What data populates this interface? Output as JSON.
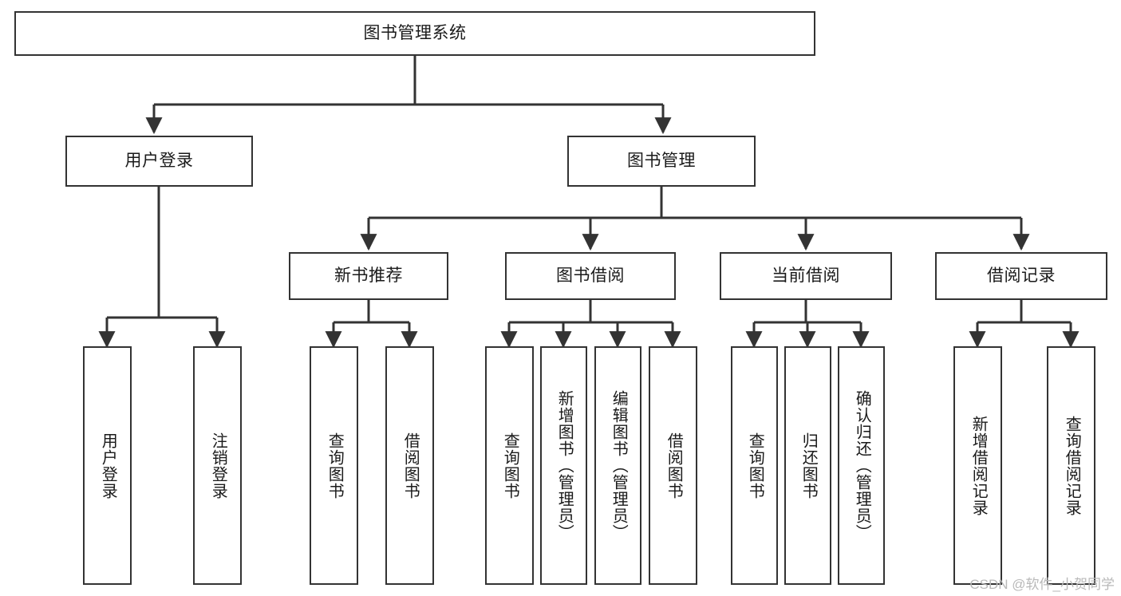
{
  "diagram": {
    "title": "图书管理系统",
    "type": "tree-hierarchy-chart",
    "colors": {
      "box_border": "#333333",
      "box_fill": "#ffffff",
      "edge": "#333333",
      "text": "#1a1a1a",
      "watermark": "#b9b9b9"
    },
    "root": {
      "label": "图书管理系统"
    },
    "level2": [
      {
        "label": "用户登录"
      },
      {
        "label": "图书管理"
      }
    ],
    "level3": [
      {
        "label": "新书推荐"
      },
      {
        "label": "图书借阅"
      },
      {
        "label": "当前借阅"
      },
      {
        "label": "借阅记录"
      }
    ],
    "leaves": {
      "user_login": [
        {
          "label": "用户登录"
        },
        {
          "label": "注销登录"
        }
      ],
      "new_book_recommend": [
        {
          "label": "查询图书"
        },
        {
          "label": "借阅图书"
        }
      ],
      "book_borrow": [
        {
          "label": "查询图书"
        },
        {
          "label": "新增图书（管理员）"
        },
        {
          "label": "编辑图书（管理员）"
        },
        {
          "label": "借阅图书"
        }
      ],
      "current_borrow": [
        {
          "label": "查询图书"
        },
        {
          "label": "归还图书"
        },
        {
          "label": "确认归还（管理员）"
        }
      ],
      "borrow_record": [
        {
          "label": "新增借阅记录"
        },
        {
          "label": "查询借阅记录"
        }
      ]
    }
  },
  "watermark": {
    "text": "CSDN @软件_小贺同学"
  }
}
